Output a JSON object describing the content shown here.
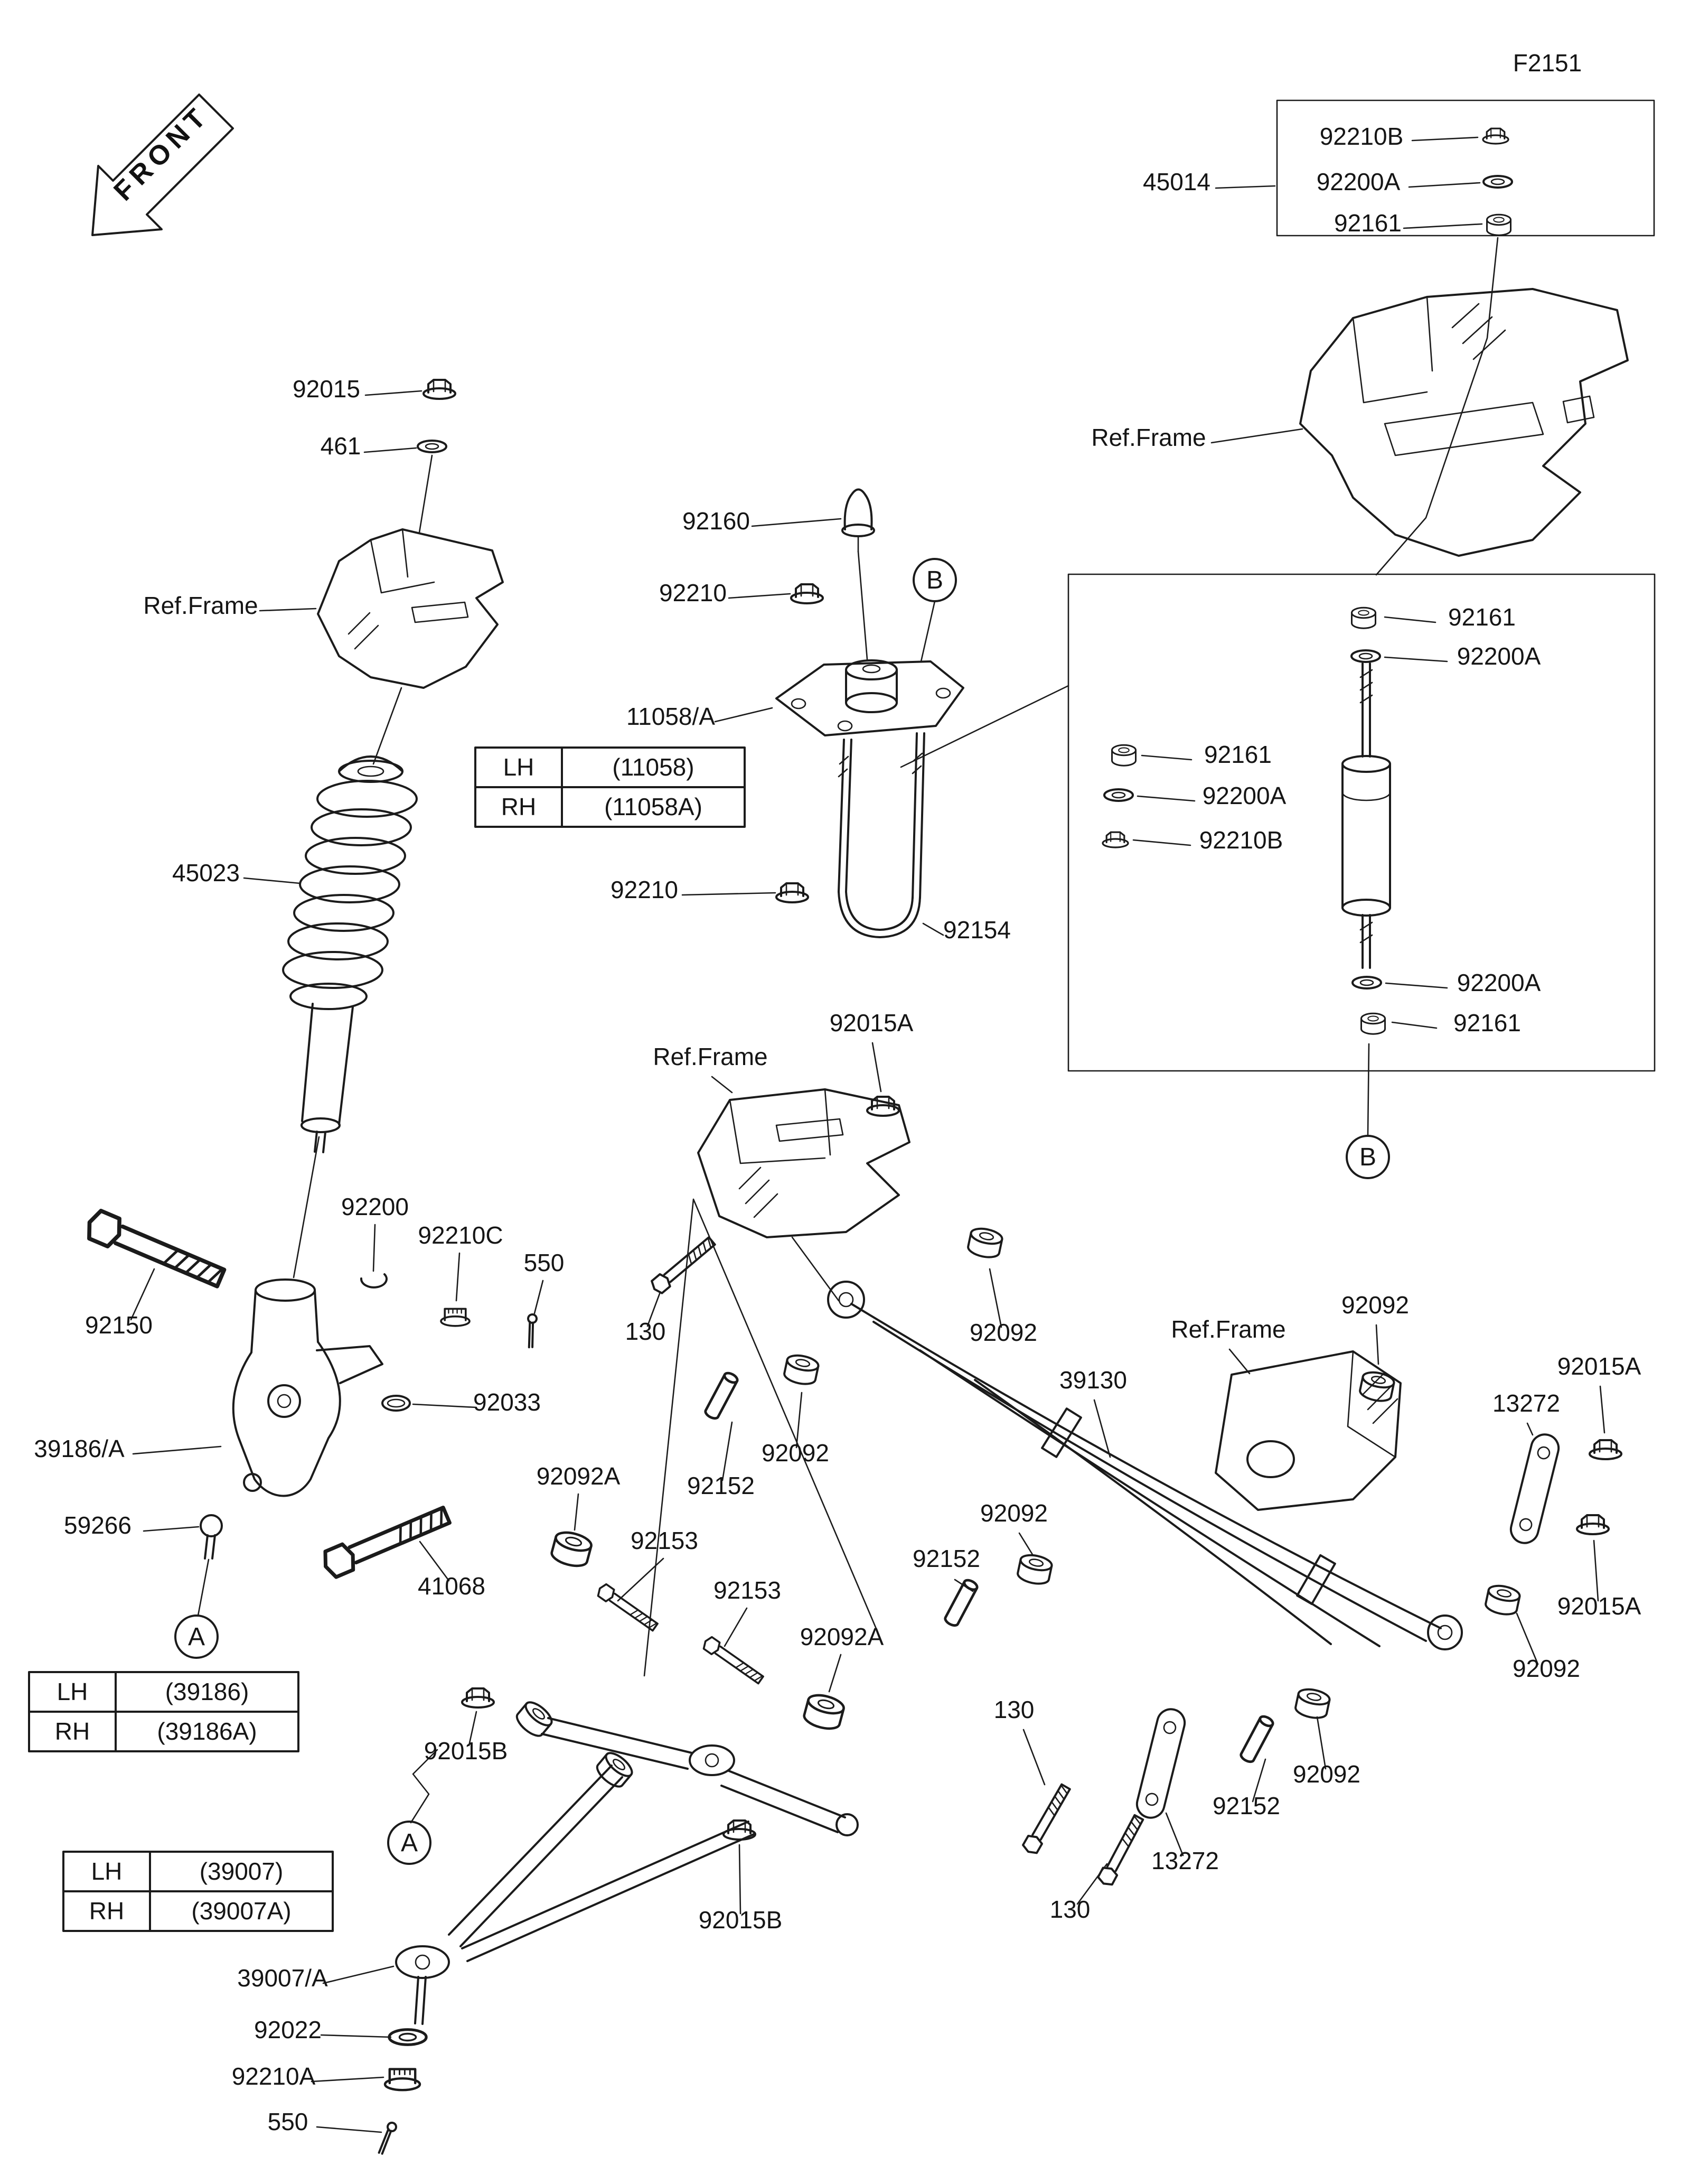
{
  "colors": {
    "ink": "#1b1b1b",
    "background": "#ffffff"
  },
  "page_code": "F2151",
  "front_label": "FRONT",
  "labels": {
    "ref_frame": "Ref.Frame",
    "n92015": "92015",
    "n461": "461",
    "n45023": "45023",
    "n92150": "92150",
    "n39186a": "39186/A",
    "n59266": "59266",
    "a": "A",
    "b": "B",
    "n92200": "92200",
    "n92210c": "92210C",
    "n550": "550",
    "n92033": "92033",
    "n41068": "41068",
    "n92092a": "92092A",
    "n92153": "92153",
    "n92015b": "92015B",
    "n39007a": "39007/A",
    "n92022": "92022",
    "n92210a": "92210A",
    "n92160": "92160",
    "n92210": "92210",
    "n11058a": "11058/A",
    "n92154": "92154",
    "n92015a": "92015A",
    "n130": "130",
    "n92092": "92092",
    "n92152": "92152",
    "n39130": "39130",
    "n13272": "13272",
    "n45014": "45014",
    "n92210b": "92210B",
    "n92200a": "92200A",
    "n92161": "92161"
  },
  "tables": {
    "shock_bracket": {
      "rows": [
        [
          "LH",
          "(11058)"
        ],
        [
          "RH",
          "(11058A)"
        ]
      ]
    },
    "knuckle": {
      "rows": [
        [
          "LH",
          "(39186)"
        ],
        [
          "RH",
          "(39186A)"
        ]
      ]
    },
    "arm": {
      "rows": [
        [
          "LH",
          "(39007)"
        ],
        [
          "RH",
          "(39007A)"
        ]
      ]
    }
  }
}
